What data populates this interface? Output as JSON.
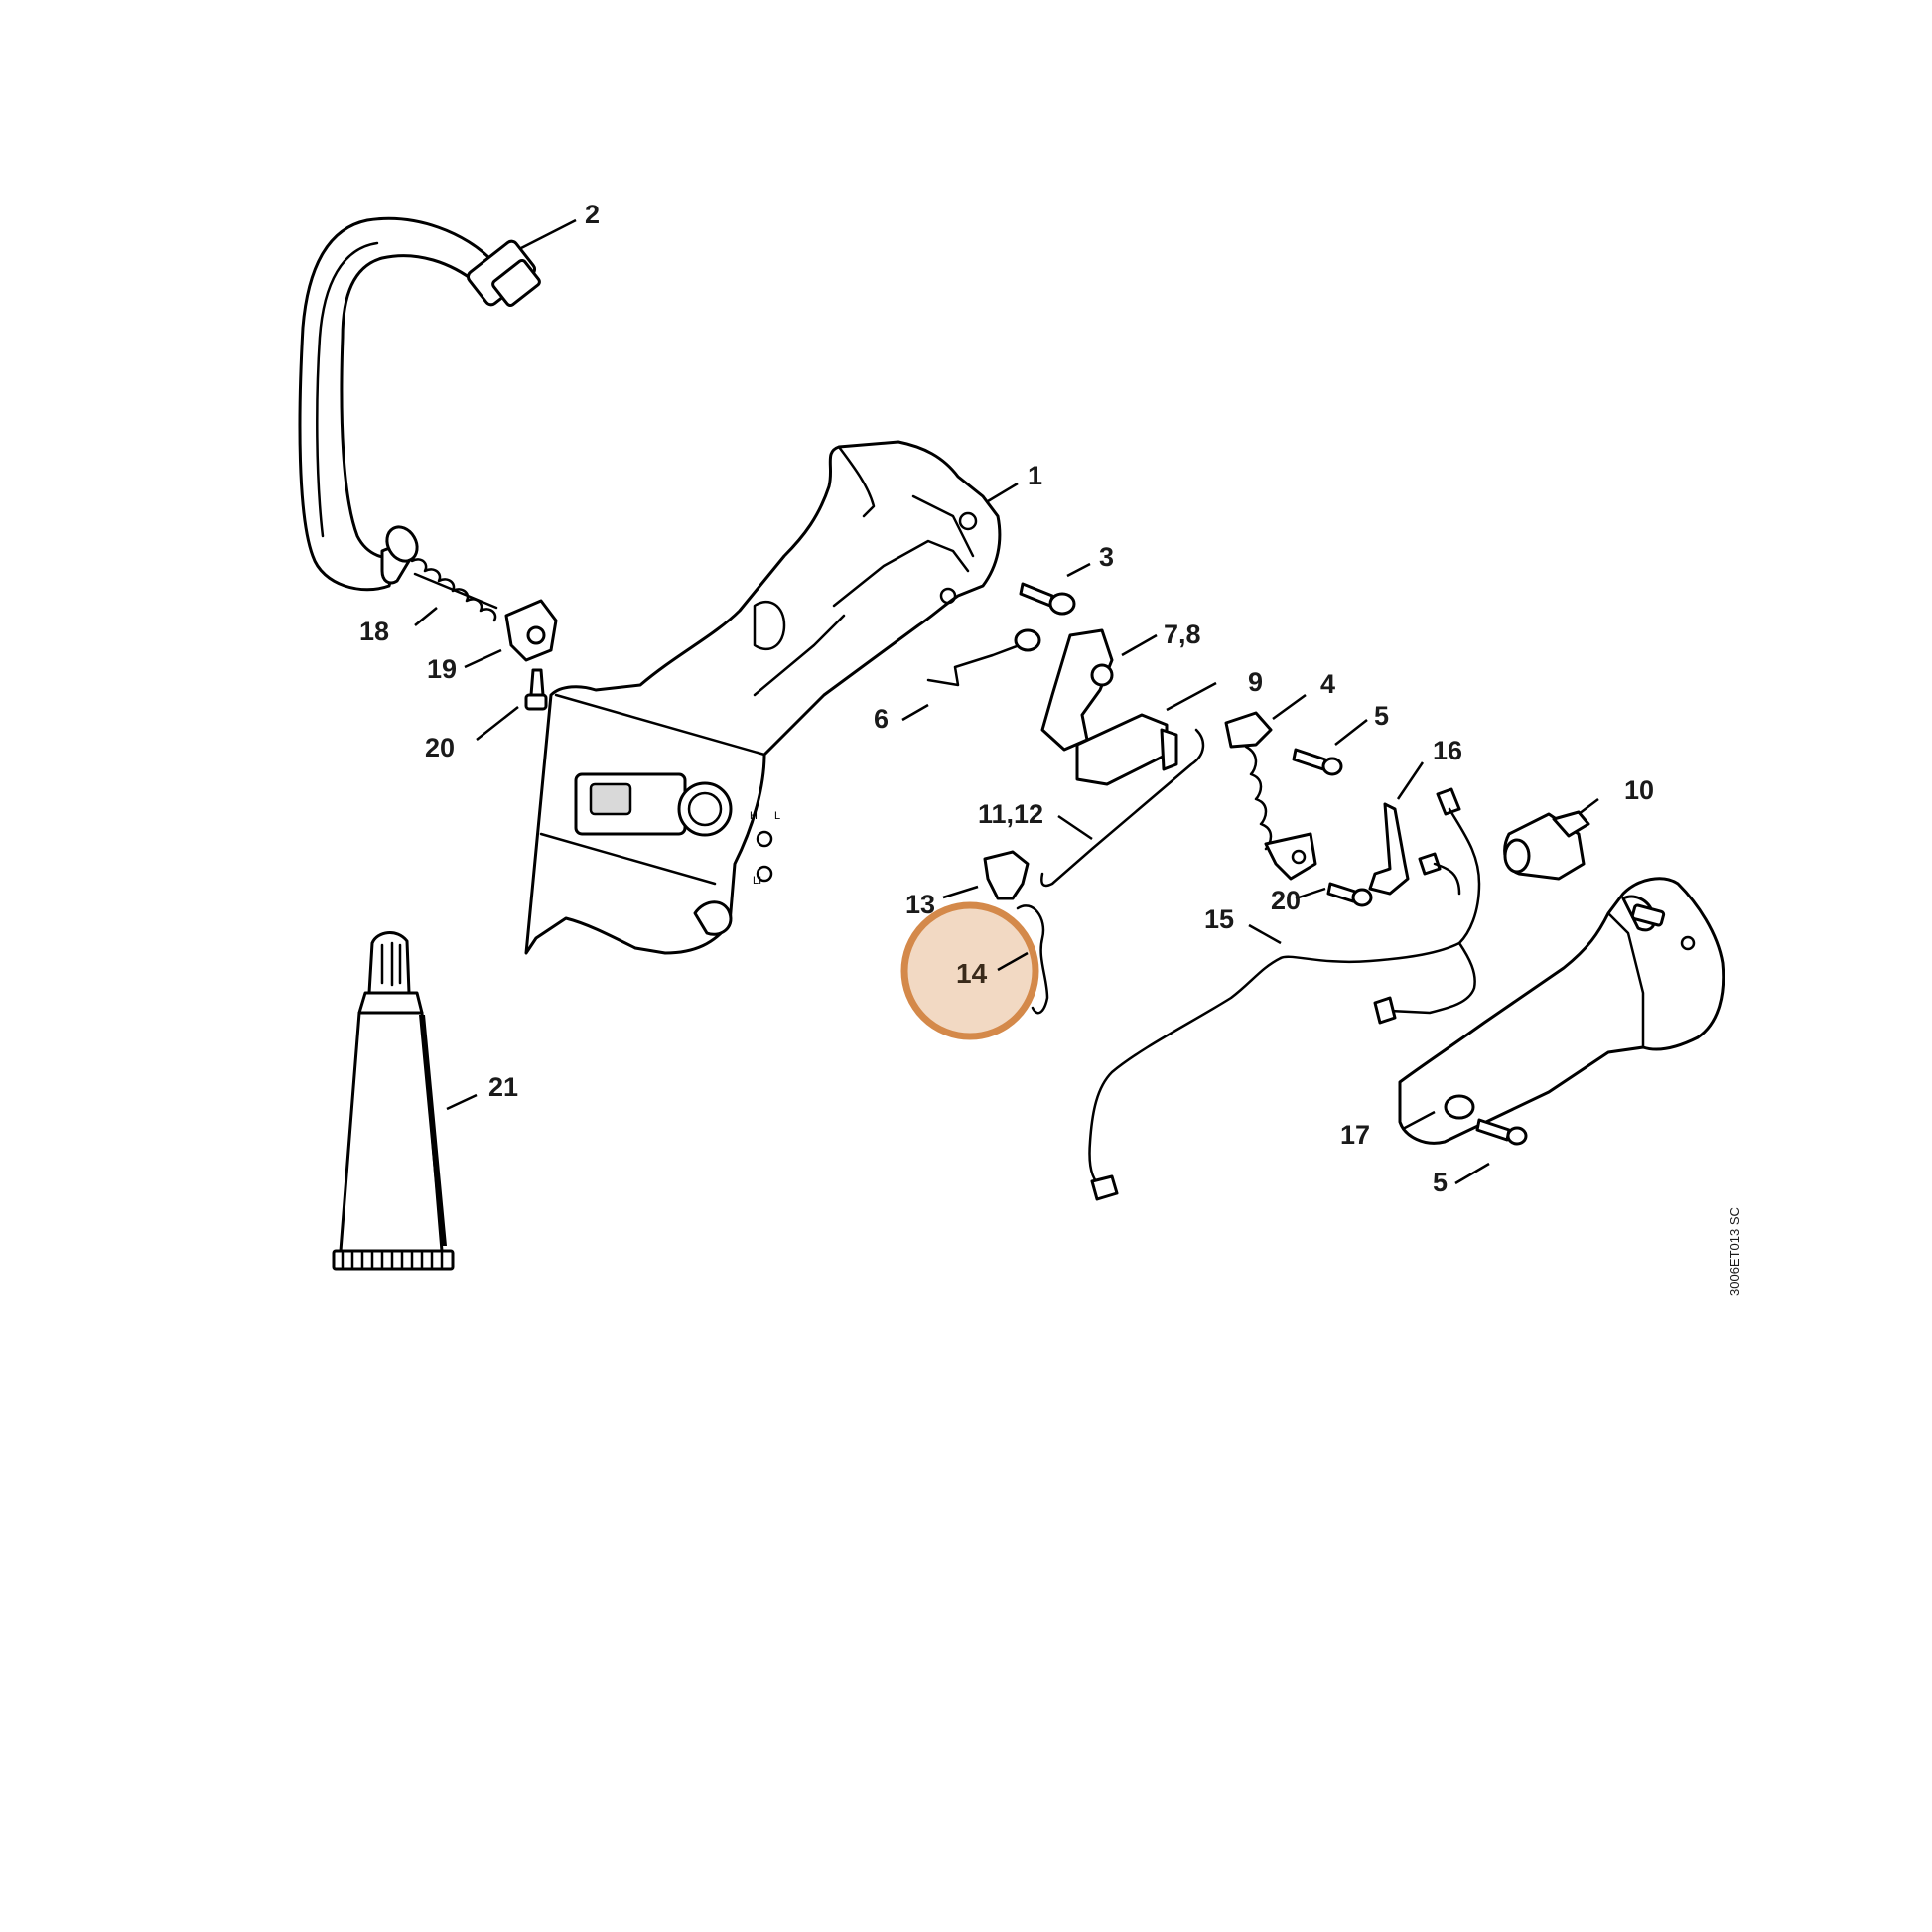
{
  "diagram": {
    "callouts": [
      {
        "id": "c1",
        "label": "1"
      },
      {
        "id": "c2",
        "label": "2"
      },
      {
        "id": "c3",
        "label": "3"
      },
      {
        "id": "c4",
        "label": "4"
      },
      {
        "id": "c5a",
        "label": "5"
      },
      {
        "id": "c5b",
        "label": "5"
      },
      {
        "id": "c6",
        "label": "6"
      },
      {
        "id": "c78",
        "label": "7,8"
      },
      {
        "id": "c9",
        "label": "9"
      },
      {
        "id": "c10",
        "label": "10"
      },
      {
        "id": "c1112",
        "label": "11,12"
      },
      {
        "id": "c13",
        "label": "13"
      },
      {
        "id": "c14",
        "label": "14"
      },
      {
        "id": "c15",
        "label": "15"
      },
      {
        "id": "c16",
        "label": "16"
      },
      {
        "id": "c17",
        "label": "17"
      },
      {
        "id": "c18",
        "label": "18"
      },
      {
        "id": "c19",
        "label": "19"
      },
      {
        "id": "c20a",
        "label": "20"
      },
      {
        "id": "c20b",
        "label": "20"
      },
      {
        "id": "c21",
        "label": "21"
      }
    ],
    "highlight": {
      "label": "14",
      "color": "#d4894a",
      "fill": "#f0d2b8"
    },
    "drawing_code": "3006ET013 SC"
  }
}
